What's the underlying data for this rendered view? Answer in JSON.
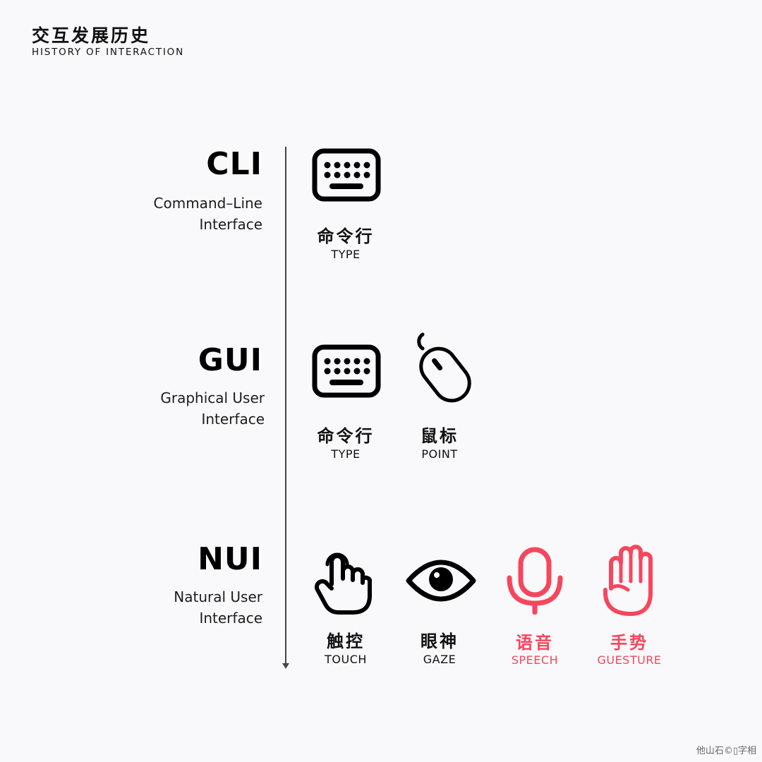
{
  "header": {
    "title_cn": "交互发展历史",
    "title_en": "HISTORY OF INTERACTION"
  },
  "eras": [
    {
      "abbr": "CLI",
      "full_line1": "Command–Line",
      "full_line2": "Interface"
    },
    {
      "abbr": "GUI",
      "full_line1": "Graphical User",
      "full_line2": "Interface"
    },
    {
      "abbr": "NUI",
      "full_line1": "Natural User",
      "full_line2": "Interface"
    }
  ],
  "items": {
    "cli_type": {
      "cn": "命令行",
      "en": "TYPE",
      "icon": "keyboard-icon"
    },
    "gui_type": {
      "cn": "命令行",
      "en": "TYPE",
      "icon": "keyboard-icon"
    },
    "gui_point": {
      "cn": "鼠标",
      "en": "POINT",
      "icon": "mouse-icon"
    },
    "nui_touch": {
      "cn": "触控",
      "en": "TOUCH",
      "icon": "pointing-hand-icon"
    },
    "nui_gaze": {
      "cn": "眼神",
      "en": "GAZE",
      "icon": "eye-icon"
    },
    "nui_speech": {
      "cn": "语音",
      "en": "SPEECH",
      "icon": "microphone-icon"
    },
    "nui_gesture": {
      "cn": "手势",
      "en": "GUESTURE",
      "icon": "raised-hand-icon"
    }
  },
  "colors": {
    "text": "#111111",
    "accent": "#f6465d",
    "background": "#f9f9fb",
    "timeline": "#444444"
  },
  "watermark": "他山石©▯字相"
}
